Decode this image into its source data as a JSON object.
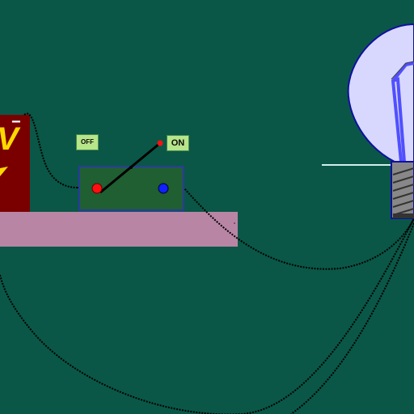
{
  "switch": {
    "off_label": "OFF",
    "on_label": "ON",
    "state": "on"
  },
  "battery": {
    "symbol_text": "V",
    "minus_sign": "−"
  },
  "colors": {
    "background": "#0a5747",
    "table": "#b885a5",
    "battery_body": "#7a0000",
    "battery_text": "#ffd800",
    "switch_base": "#1f5f32",
    "switch_border": "#2a3aa0",
    "red_terminal": "#ff1010",
    "blue_terminal": "#1020ff",
    "bulb_glass": "#d8d8ff",
    "bulb_outline": "#1010a0",
    "bulb_filament": "#5050ff",
    "bulb_socket": "#888888",
    "wire": "#000000"
  }
}
